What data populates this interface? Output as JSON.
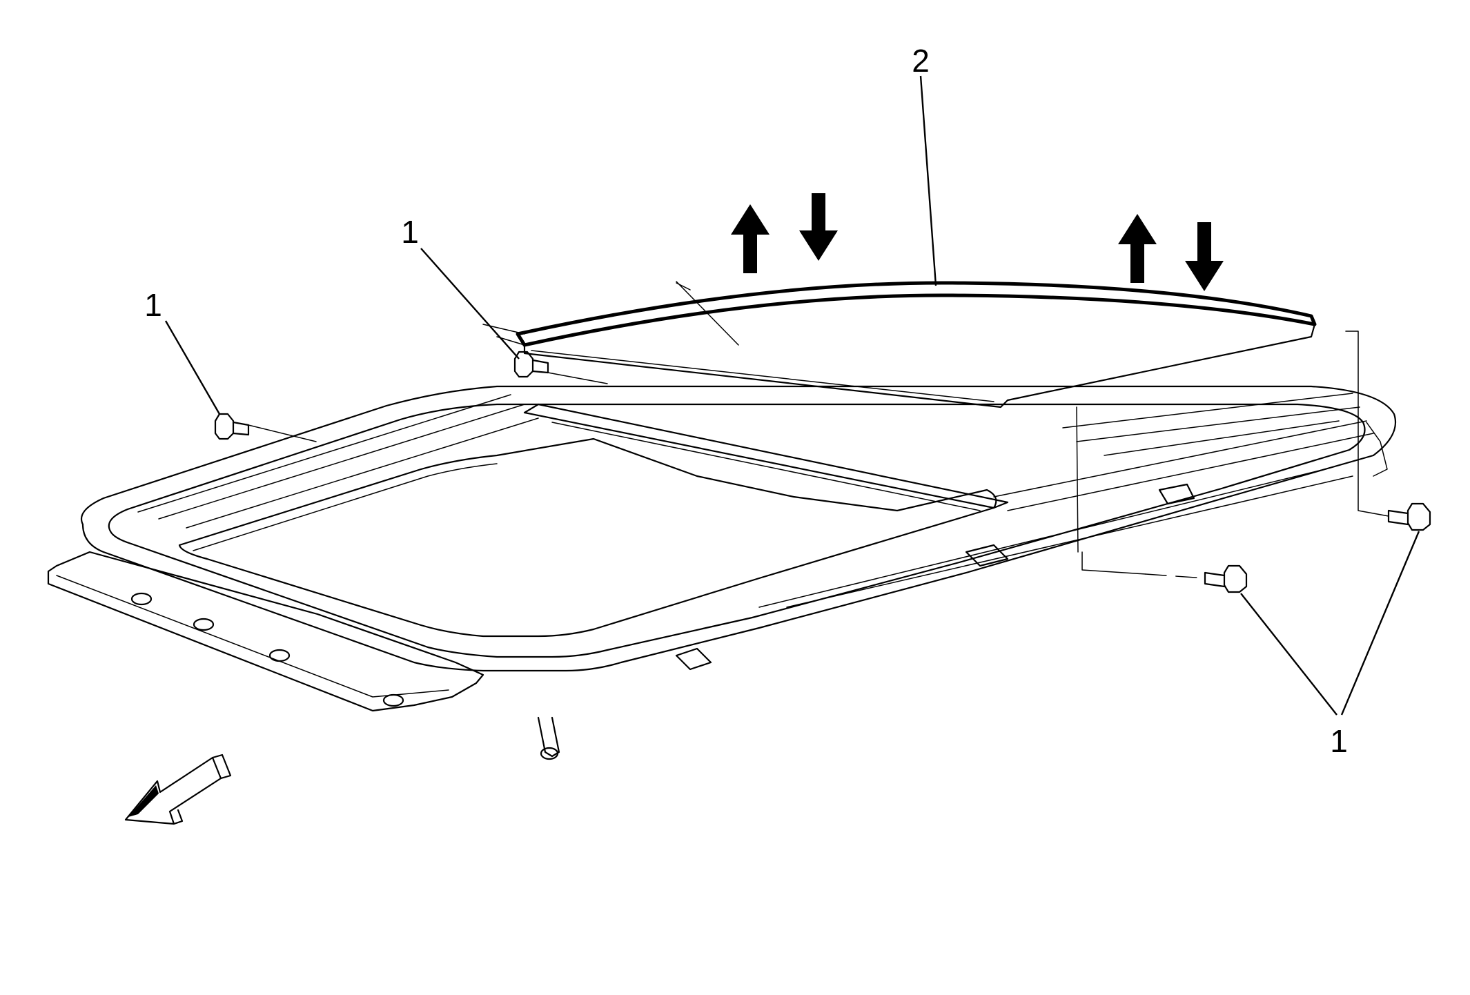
{
  "diagram": {
    "callouts": [
      {
        "id": "glass-panel",
        "label": "2"
      },
      {
        "id": "bolt-front-left-outer",
        "label": "1"
      },
      {
        "id": "bolt-front-left-inner",
        "label": "1"
      },
      {
        "id": "bolt-rear-right-pair",
        "label": "1"
      }
    ],
    "motion_arrows": [
      "up-arrow-icon",
      "down-arrow-icon",
      "up-arrow-icon",
      "down-arrow-icon"
    ],
    "orientation_arrow": "front-direction-arrow-icon",
    "colors": {
      "line": "#000000",
      "background": "#ffffff"
    }
  }
}
